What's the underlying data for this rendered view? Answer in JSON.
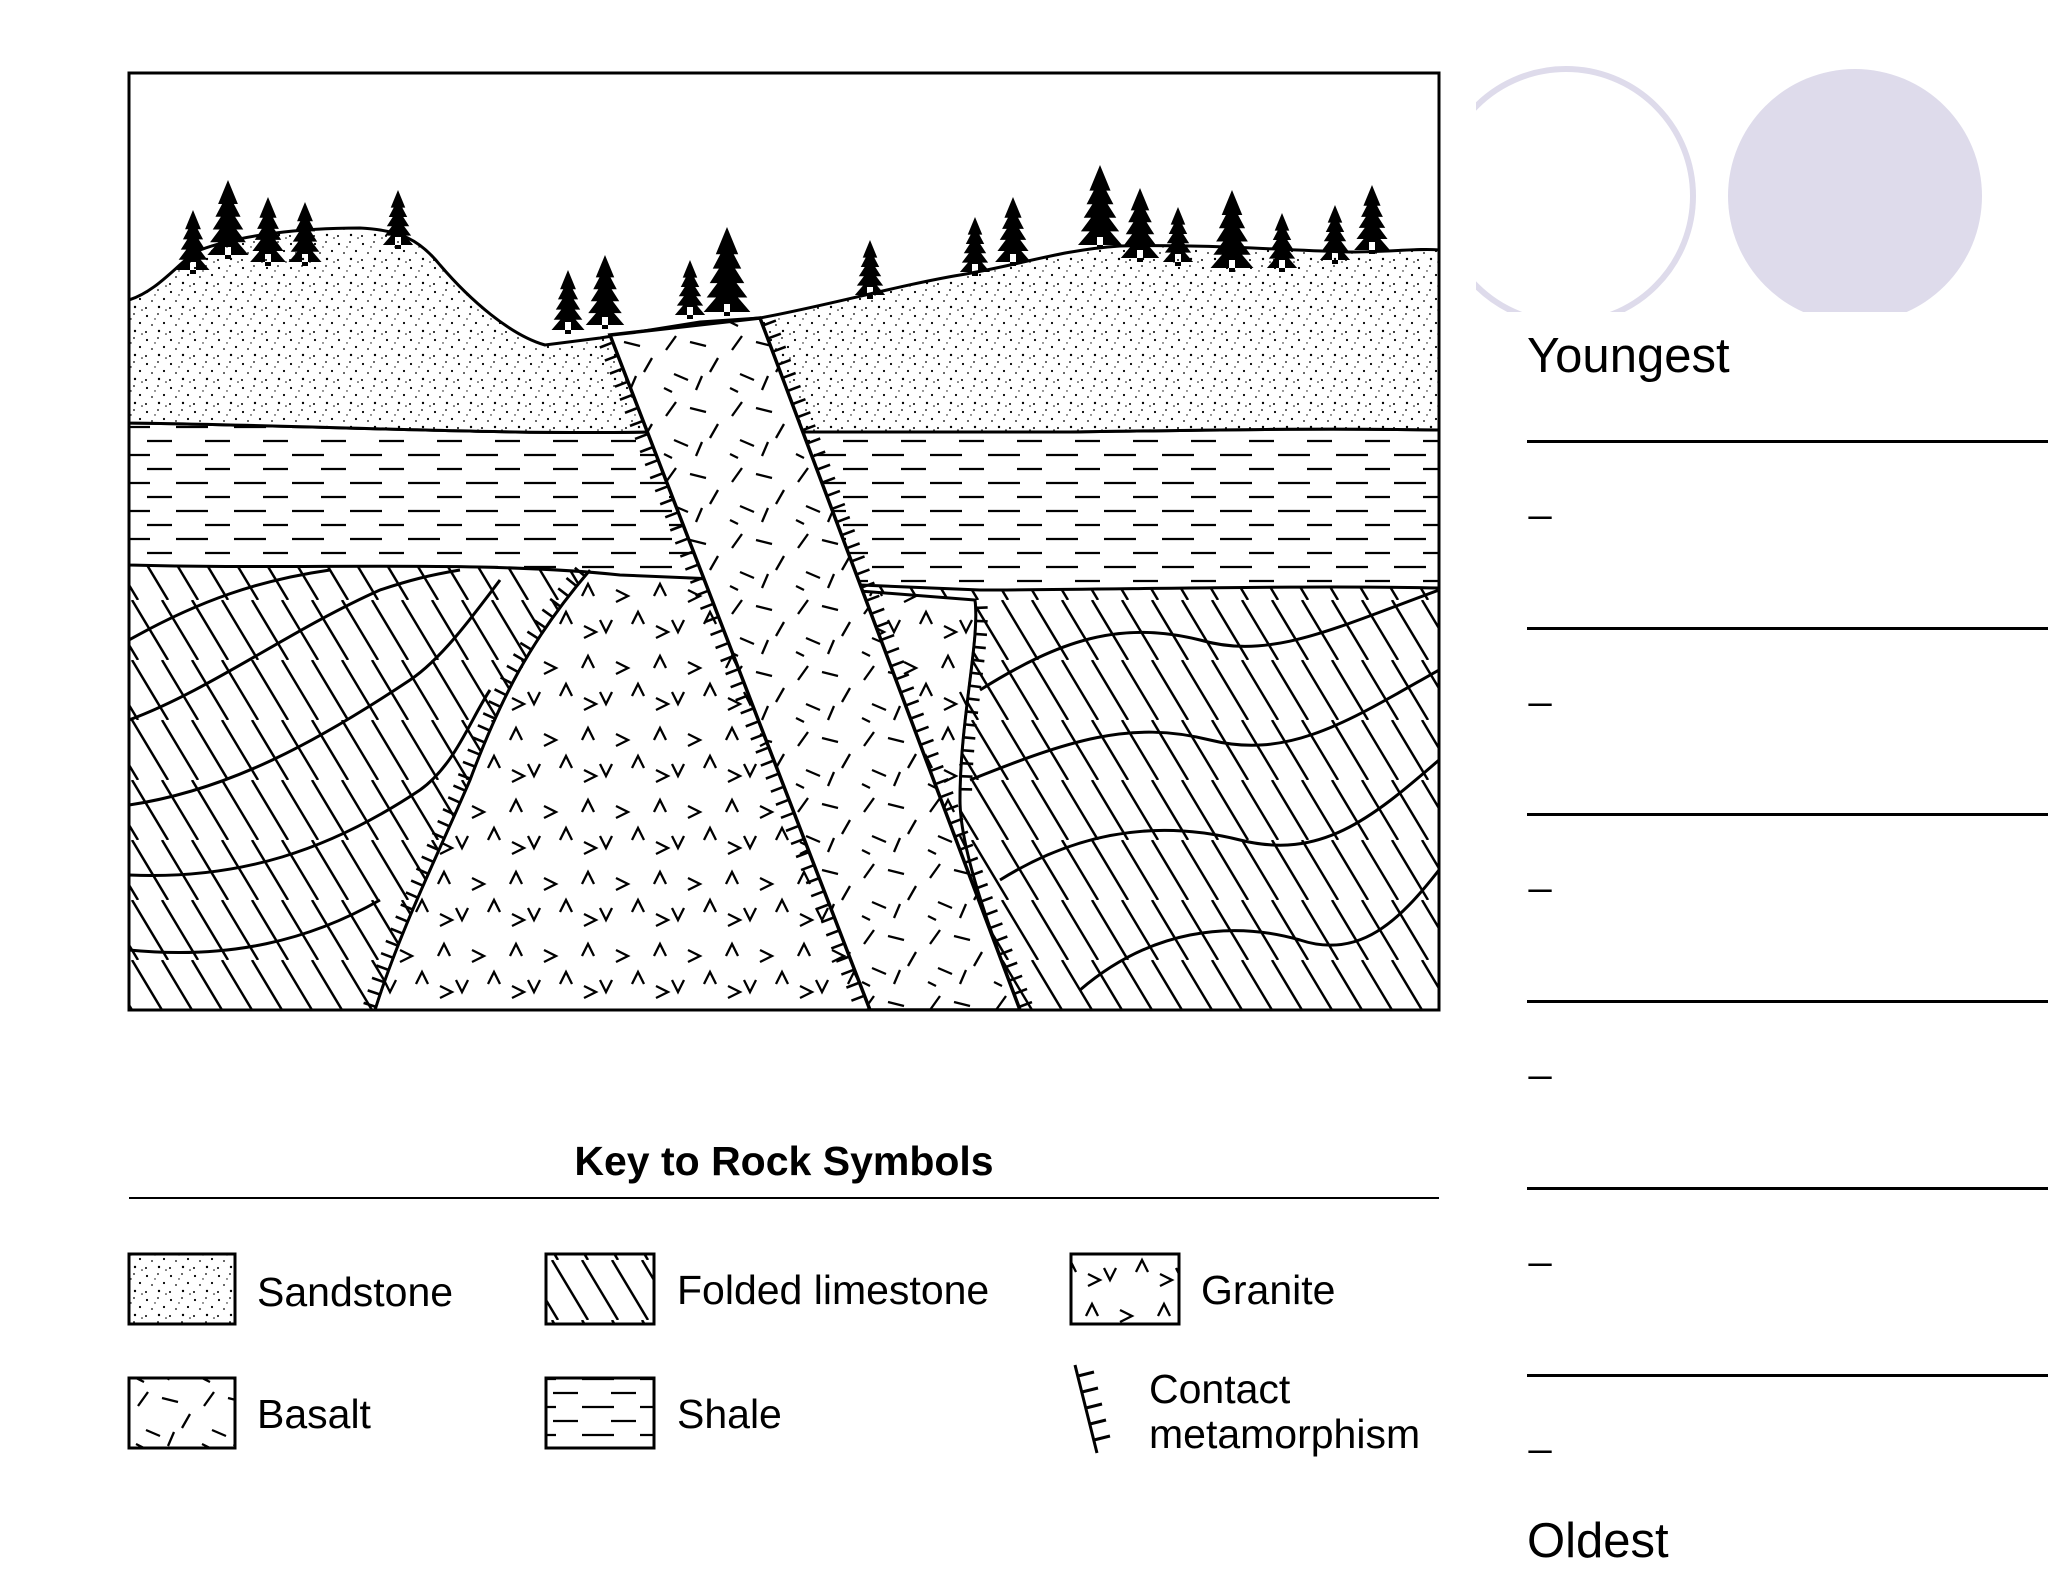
{
  "diagram": {
    "rock_units": [
      "sandstone",
      "shale",
      "folded limestone",
      "granite",
      "basalt"
    ],
    "symbols": {
      "tree-icon": "conifer silhouettes on hilltops"
    }
  },
  "key": {
    "title": "Key to Rock Symbols",
    "items": [
      {
        "label": "Sandstone"
      },
      {
        "label": "Folded limestone"
      },
      {
        "label": "Granite"
      },
      {
        "label": "Basalt"
      },
      {
        "label": "Shale"
      },
      {
        "label": "Contact",
        "label2": "metamorphism"
      }
    ]
  },
  "answer_sheet": {
    "top_label": "Youngest",
    "bottom_label": "Oldest",
    "dash": "_"
  },
  "colors": {
    "ink": "#000000",
    "decor_circle": "#dedbeb",
    "paper": "#ffffff"
  }
}
